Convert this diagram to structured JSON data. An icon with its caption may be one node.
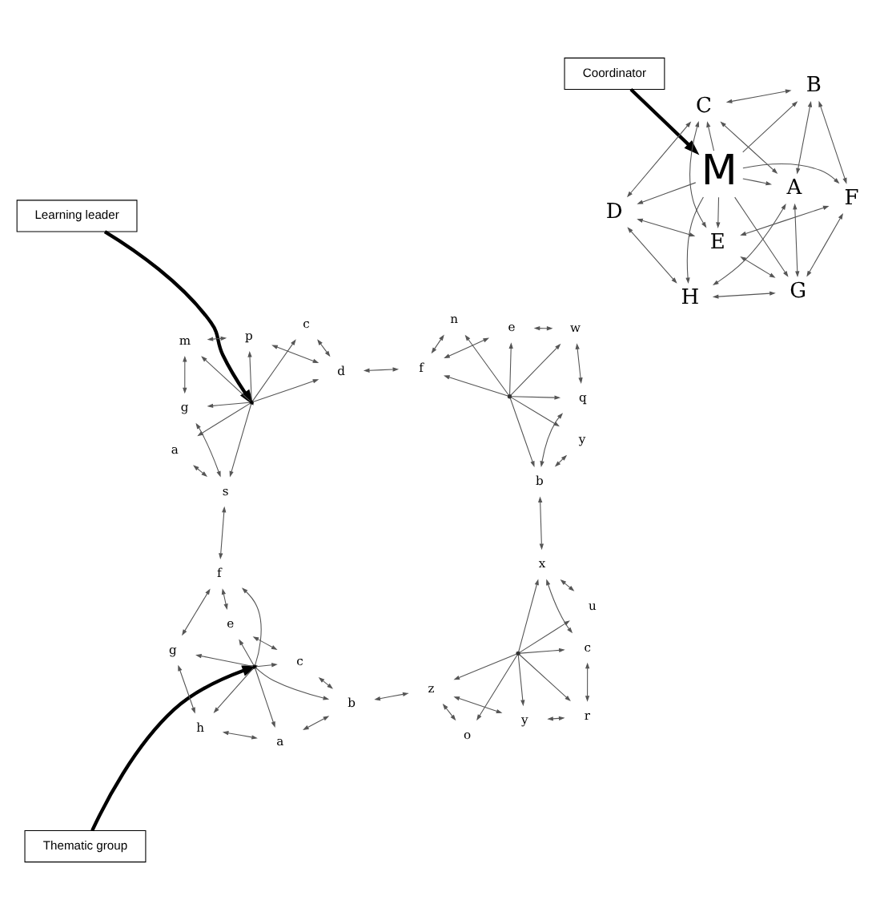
{
  "diagram": {
    "nodes": [
      {
        "text": [
          "Thematic group"
        ]
      },
      {
        "text": [
          "Coordinator"
        ]
      },
      {
        "text": [
          "Learning leader"
        ]
      },
      {
        "text": [
          "M"
        ]
      },
      {
        "text": [
          "A"
        ]
      },
      {
        "text": [
          "B"
        ]
      },
      {
        "text": [
          "C"
        ]
      },
      {
        "text": [
          "D"
        ]
      },
      {
        "text": [
          "E"
        ]
      },
      {
        "text": [
          "F"
        ]
      },
      {
        "text": [
          "G"
        ]
      },
      {
        "text": [
          "H"
        ]
      },
      {
        "text": [],
        "shape": "circle"
      },
      {
        "text": [
          "a"
        ]
      },
      {
        "text": [
          "b"
        ]
      },
      {
        "text": [
          "c"
        ]
      },
      {
        "text": [
          "e"
        ]
      },
      {
        "text": [
          "f"
        ]
      },
      {
        "text": [
          "g"
        ]
      },
      {
        "text": [
          "h"
        ]
      },
      {
        "text": [],
        "shape": "circle"
      },
      {
        "text": [
          "y"
        ]
      },
      {
        "text": [
          "r"
        ]
      },
      {
        "text": [
          "c"
        ]
      },
      {
        "text": [
          "x"
        ]
      },
      {
        "text": [
          "u"
        ]
      },
      {
        "text": [
          "o"
        ]
      },
      {
        "text": [
          "z"
        ]
      },
      {
        "text": [],
        "shape": "circle"
      },
      {
        "text": [
          "a"
        ]
      },
      {
        "text": [
          "c"
        ]
      },
      {
        "text": [
          "d"
        ]
      },
      {
        "text": [
          "p"
        ]
      },
      {
        "text": [
          "m"
        ]
      },
      {
        "text": [
          "g"
        ]
      },
      {
        "text": [
          "s"
        ]
      },
      {
        "text": [],
        "shape": "circle"
      },
      {
        "text": [
          "y"
        ]
      },
      {
        "text": [
          "b"
        ]
      },
      {
        "text": [
          "q"
        ]
      },
      {
        "text": [
          "w"
        ]
      },
      {
        "text": [
          "e"
        ]
      },
      {
        "text": [
          "f"
        ]
      },
      {
        "text": [
          "n"
        ]
      }
    ],
    "edges": [
      {
        "from": 0,
        "to": 12,
        "arrow": "to",
        "style": "thick"
      },
      {
        "from": 1,
        "to": 3,
        "arrow": "to",
        "style": "thick"
      },
      {
        "from": 2,
        "to": 28,
        "arrow": "to",
        "style": "thick"
      },
      {
        "from": 3,
        "to": 4,
        "arrow": "to"
      },
      {
        "from": 3,
        "to": 5,
        "arrow": "to"
      },
      {
        "from": 3,
        "to": 6,
        "arrow": "to"
      },
      {
        "from": 3,
        "to": 7,
        "arrow": "to"
      },
      {
        "from": 3,
        "to": 8,
        "arrow": "to"
      },
      {
        "from": 3,
        "to": 9,
        "arrow": "to"
      },
      {
        "from": 3,
        "to": 10,
        "arrow": "to"
      },
      {
        "from": 3,
        "to": 11,
        "arrow": "to"
      },
      {
        "from": 4,
        "to": 5,
        "arrow": "both"
      },
      {
        "from": 5,
        "to": 6,
        "arrow": "both"
      },
      {
        "from": 6,
        "to": 7,
        "arrow": "both"
      },
      {
        "from": 7,
        "to": 8,
        "arrow": "both"
      },
      {
        "from": 8,
        "to": 9,
        "arrow": "both"
      },
      {
        "from": 9,
        "to": 10,
        "arrow": "both"
      },
      {
        "from": 10,
        "to": 11,
        "arrow": "both"
      },
      {
        "from": 11,
        "to": 4,
        "arrow": "both"
      },
      {
        "from": 4,
        "to": 10,
        "arrow": "both"
      },
      {
        "from": 4,
        "to": 6,
        "arrow": "both"
      },
      {
        "from": 10,
        "to": 8,
        "arrow": "both"
      },
      {
        "from": 6,
        "to": 8,
        "arrow": "both"
      },
      {
        "from": 11,
        "to": 7,
        "arrow": "both"
      },
      {
        "from": 5,
        "to": 9,
        "arrow": "both"
      },
      {
        "from": 12,
        "to": 13,
        "arrow": "to"
      },
      {
        "from": 12,
        "to": 14,
        "arrow": "to"
      },
      {
        "from": 12,
        "to": 15,
        "arrow": "to"
      },
      {
        "from": 12,
        "to": 16,
        "arrow": "to"
      },
      {
        "from": 12,
        "to": 17,
        "arrow": "to"
      },
      {
        "from": 12,
        "to": 18,
        "arrow": "to"
      },
      {
        "from": 12,
        "to": 19,
        "arrow": "to"
      },
      {
        "from": 13,
        "to": 14,
        "arrow": "both"
      },
      {
        "from": 14,
        "to": 15,
        "arrow": "both"
      },
      {
        "from": 15,
        "to": 16,
        "arrow": "both"
      },
      {
        "from": 16,
        "to": 17,
        "arrow": "both"
      },
      {
        "from": 17,
        "to": 18,
        "arrow": "both"
      },
      {
        "from": 18,
        "to": 19,
        "arrow": "both"
      },
      {
        "from": 19,
        "to": 13,
        "arrow": "both"
      },
      {
        "from": 20,
        "to": 21,
        "arrow": "to"
      },
      {
        "from": 20,
        "to": 22,
        "arrow": "to"
      },
      {
        "from": 20,
        "to": 23,
        "arrow": "to"
      },
      {
        "from": 20,
        "to": 24,
        "arrow": "to"
      },
      {
        "from": 20,
        "to": 25,
        "arrow": "to"
      },
      {
        "from": 20,
        "to": 26,
        "arrow": "to"
      },
      {
        "from": 20,
        "to": 27,
        "arrow": "to"
      },
      {
        "from": 27,
        "to": 21,
        "arrow": "both"
      },
      {
        "from": 21,
        "to": 22,
        "arrow": "both"
      },
      {
        "from": 22,
        "to": 23,
        "arrow": "both"
      },
      {
        "from": 23,
        "to": 24,
        "arrow": "both"
      },
      {
        "from": 24,
        "to": 25,
        "arrow": "both"
      },
      {
        "from": 26,
        "to": 27,
        "arrow": "both"
      },
      {
        "from": 28,
        "to": 29,
        "arrow": "to"
      },
      {
        "from": 28,
        "to": 30,
        "arrow": "to"
      },
      {
        "from": 28,
        "to": 31,
        "arrow": "to"
      },
      {
        "from": 28,
        "to": 32,
        "arrow": "to"
      },
      {
        "from": 28,
        "to": 33,
        "arrow": "to"
      },
      {
        "from": 28,
        "to": 34,
        "arrow": "to"
      },
      {
        "from": 28,
        "to": 35,
        "arrow": "to"
      },
      {
        "from": 35,
        "to": 29,
        "arrow": "both"
      },
      {
        "from": 30,
        "to": 31,
        "arrow": "both"
      },
      {
        "from": 31,
        "to": 32,
        "arrow": "both"
      },
      {
        "from": 32,
        "to": 33,
        "arrow": "both"
      },
      {
        "from": 33,
        "to": 34,
        "arrow": "both"
      },
      {
        "from": 34,
        "to": 35,
        "arrow": "both"
      },
      {
        "from": 36,
        "to": 37,
        "arrow": "to"
      },
      {
        "from": 36,
        "to": 38,
        "arrow": "to"
      },
      {
        "from": 36,
        "to": 39,
        "arrow": "to"
      },
      {
        "from": 36,
        "to": 40,
        "arrow": "to"
      },
      {
        "from": 36,
        "to": 41,
        "arrow": "to"
      },
      {
        "from": 36,
        "to": 42,
        "arrow": "to"
      },
      {
        "from": 36,
        "to": 43,
        "arrow": "to"
      },
      {
        "from": 37,
        "to": 38,
        "arrow": "both"
      },
      {
        "from": 38,
        "to": 39,
        "arrow": "both"
      },
      {
        "from": 39,
        "to": 40,
        "arrow": "both"
      },
      {
        "from": 40,
        "to": 41,
        "arrow": "both"
      },
      {
        "from": 41,
        "to": 42,
        "arrow": "both"
      },
      {
        "from": 42,
        "to": 43,
        "arrow": "both"
      },
      {
        "from": 14,
        "to": 27,
        "arrow": "both"
      },
      {
        "from": 17,
        "to": 35,
        "arrow": "both"
      },
      {
        "from": 24,
        "to": 38,
        "arrow": "both"
      },
      {
        "from": 31,
        "to": 42,
        "arrow": "both"
      }
    ]
  }
}
